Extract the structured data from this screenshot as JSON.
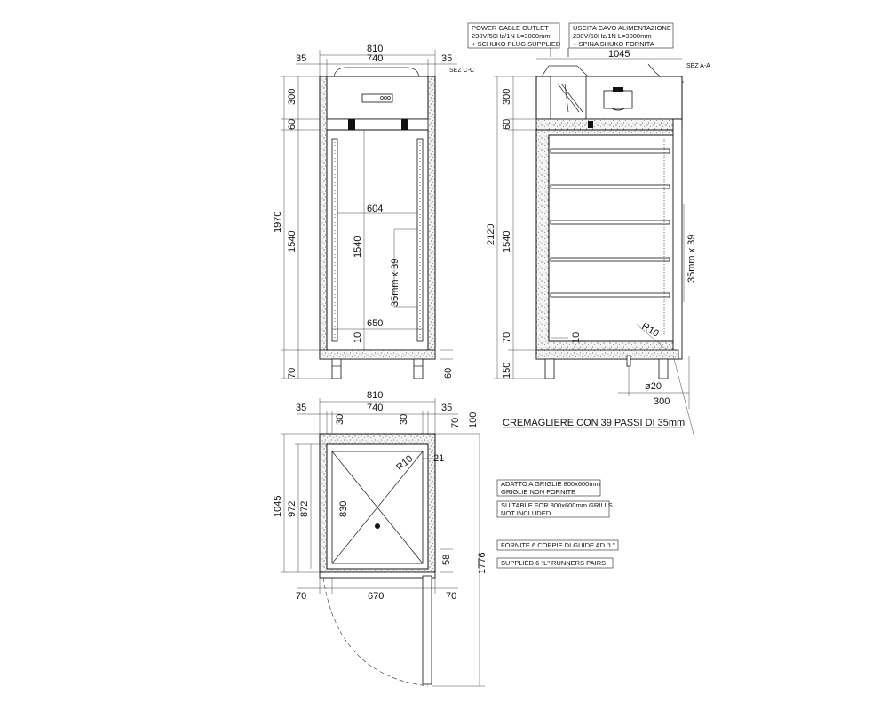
{
  "cable_outlet_en": [
    "POWER CABLE OUTLET",
    "230V/50Hz/1N L=3000mm",
    "+ SCHUKO PLUG SUPPLIED"
  ],
  "cable_outlet_it": [
    "USCITA CAVO ALIMENTAZIONE",
    "230V/50Hz/1N L=3000mm",
    "+ SPINA SHUKO FORNITA"
  ],
  "front_view": {
    "section_label": "SEZ C-C",
    "dims": {
      "total_width": "810",
      "inner_width": "740",
      "side_left": "35",
      "side_right": "35",
      "top_unit": "300",
      "top_panel": "60",
      "total_height": "1970",
      "inner_height": "1540",
      "inner_height_right": "1540",
      "grid_width": "604",
      "runner_pitch": "35mm x 39",
      "grid_depth": "650",
      "bottom_gap": "10",
      "feet": "70",
      "bottom_right": "60"
    }
  },
  "side_view": {
    "section_label": "SEZ A-A",
    "dims": {
      "depth": "1045",
      "top_unit": "300",
      "top_panel": "60",
      "total_height": "2120",
      "inner_height": "1540",
      "bottom_insulation": "70",
      "feet": "150",
      "gap": "10",
      "radius": "R10",
      "runner_pitch": "35mm x 39",
      "drain_diameter": "ø20",
      "drain_distance": "300"
    }
  },
  "racks_note": "CREMAGLIERE CON 39 PASSI DI 35mm",
  "plan_view": {
    "dims": {
      "total_width": "810",
      "inner_width": "740",
      "side_left": "35",
      "side_right": "35",
      "inner_left": "30",
      "inner_right": "30",
      "top_a": "70",
      "top_b": "100",
      "radius": "R10",
      "small": "21",
      "total_depth": "1045",
      "depth_a": "972",
      "depth_b": "872",
      "inner_depth": "830",
      "door_gap": "58",
      "door_swing": "1776",
      "bottom_left": "70",
      "door_width": "670",
      "bottom_right": "70"
    }
  },
  "notes": [
    [
      "ADATTO A GRIGLIE 800x600mm",
      "GRIGLIE NON FORNITE"
    ],
    [
      "SUITABLE FOR 800x600mm GRILLS",
      "NOT INCLUDED"
    ],
    [
      "FORNITE 6 COPPIE DI GUIDE AD \"L\""
    ],
    [
      "SUPPLIED 6 \"L\" RUNNERS PAIRS"
    ]
  ]
}
